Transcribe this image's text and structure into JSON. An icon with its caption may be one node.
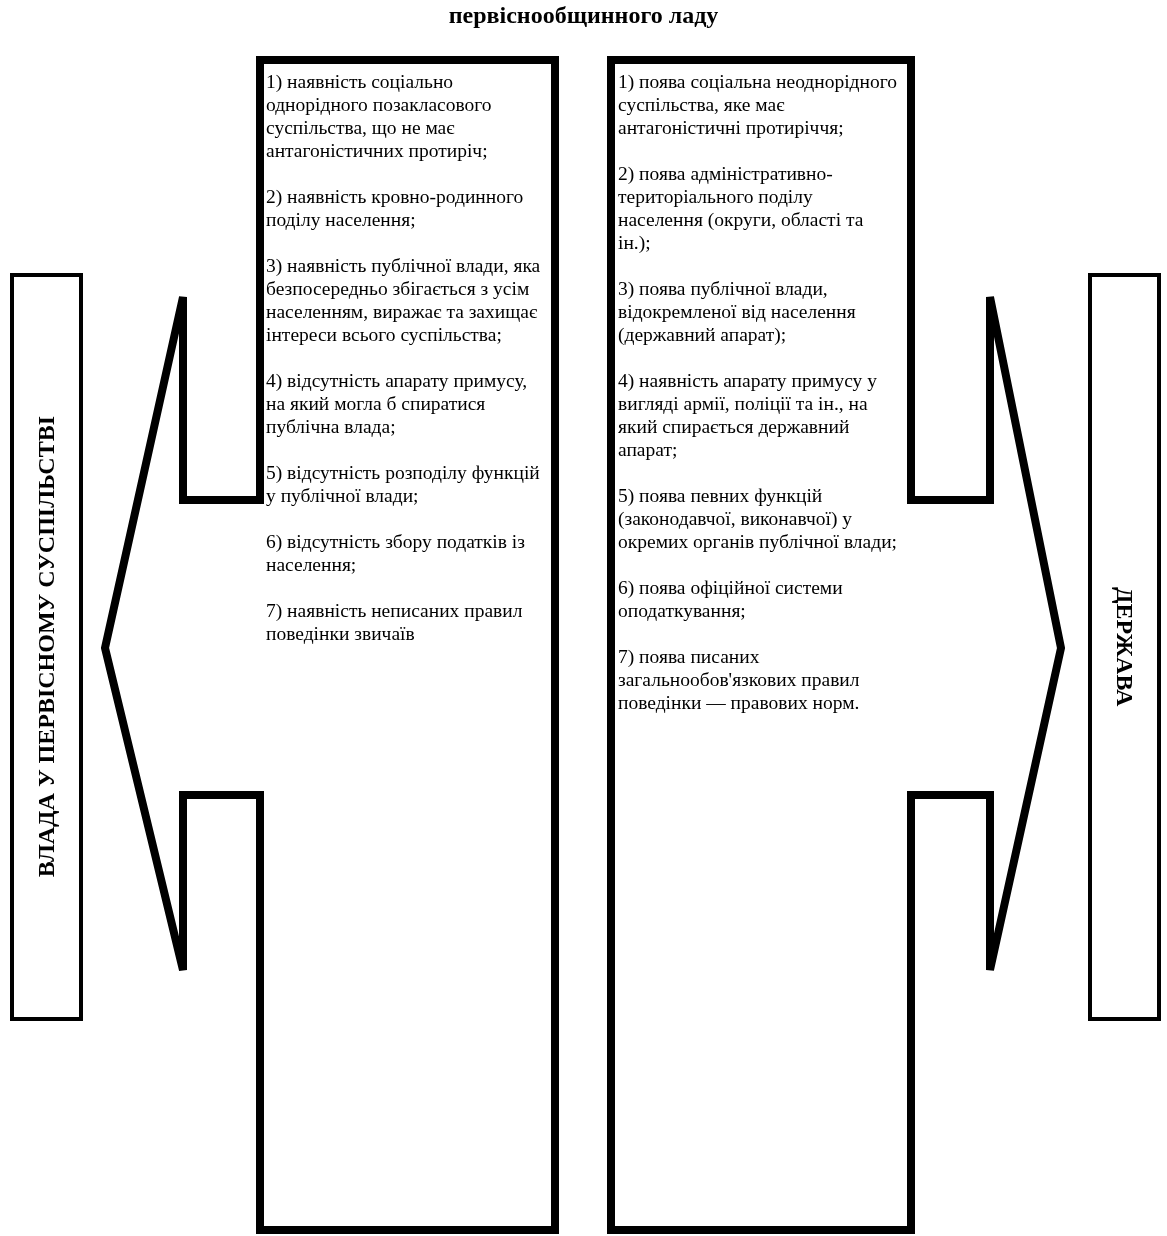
{
  "diagram": {
    "title": "первіснообщинного ладу",
    "nodes": [
      {
        "text": [
          "ВЛАДА У ПЕРВІСНОМУ СУСПІЛЬСТВІ"
        ]
      },
      {
        "text": [
          "1) наявність соціально однорідного позакласового суспільства, що не має антагоністичних протиріч;",
          "2) наявність кровно-родинного поділу населення;",
          "3) наявність публічної влади, яка безпосередньо збігається з усім населенням, виражає та захищає інтереси всього суспільства;",
          "4) відсутність апарату примусу, на який могла б спиратися публічна влада;",
          "5) відсутність розподілу функцій у публічної влади;",
          "6) відсутність збору податків із населення;",
          "7) наявність неписаних правил поведінки звичаїв"
        ]
      },
      {
        "text": [
          "1) поява соціальна неоднорідного суспільства, яке має антагоністичні протиріччя;",
          "2) поява адміністративно-територіального поділу населення (округи, області та ін.);",
          "3) поява публічної влади, відокремленої від населення (державний апарат);",
          "4) наявність апарату примусу у вигляді армії, поліції та ін., на який спирається державний апарат;",
          "5) поява певних функцій (законодавчої, виконавчої) у окремих органів публічної влади;",
          "6) поява офіційної системи оподаткування;",
          "7) поява писаних загальнообов'язкових правил поведінки — правових норм."
        ]
      },
      {
        "text": [
          "ДЕРЖАВА"
        ]
      }
    ]
  }
}
